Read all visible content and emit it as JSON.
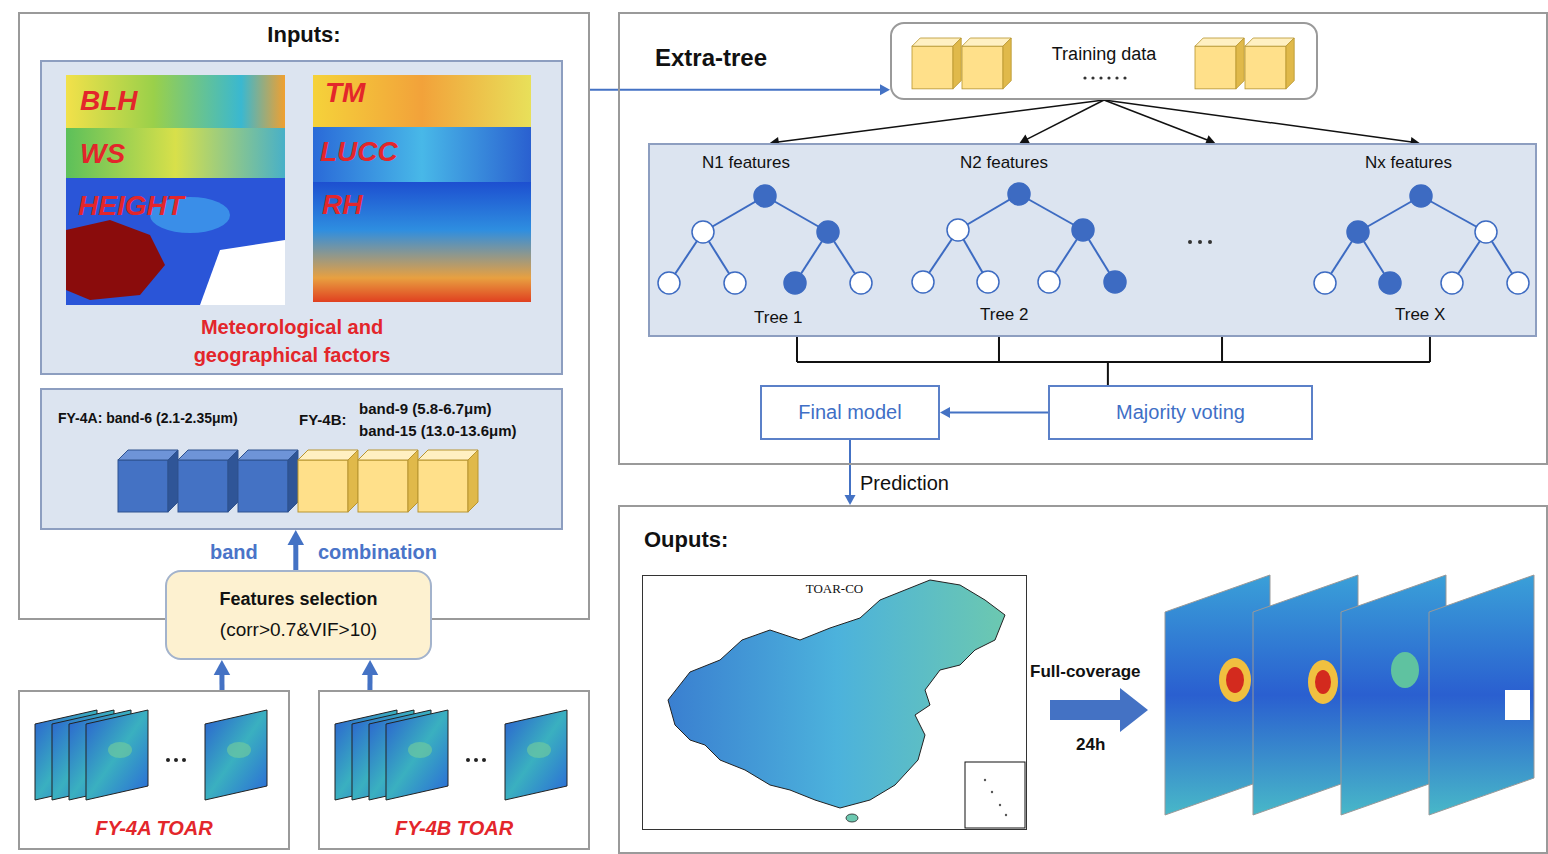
{
  "diagram": {
    "nodes": [
      {
        "text": [
          "Inputs:"
        ]
      },
      {
        "text": [
          "Meteorological and geographical factors"
        ],
        "in": 0
      },
      {
        "text": [
          "FY-4A: band-6 (2.1-2.35μm)",
          "FY-4B:",
          "band-9 (5.8-6.7μm)",
          "band-15 (13.0-13.6μm)"
        ],
        "in": 0
      },
      {
        "text": [
          "Features selection",
          "(corr>0.7&VIF>10)"
        ]
      },
      {
        "text": [
          "FY-4A TOAR"
        ]
      },
      {
        "text": [
          "FY-4B TOAR"
        ]
      },
      {
        "text": [
          "Extra-tree"
        ]
      },
      {
        "text": [
          "Training data"
        ],
        "in": 6
      },
      {
        "text": [
          "N1 features",
          "N2 features",
          "Nx features",
          "Tree 1",
          "Tree 2",
          "Tree X"
        ],
        "in": 6
      },
      {
        "text": [
          "Majority voting"
        ],
        "in": 6
      },
      {
        "text": [
          "Final model"
        ],
        "in": 6
      },
      {
        "text": [
          "Ouputs:"
        ]
      },
      {
        "text": [
          "TOAR-CO"
        ],
        "in": 11
      }
    ],
    "edges": [
      {
        "from": 0,
        "to": 7,
        "arrow": "to"
      },
      {
        "from": 7,
        "to": 8,
        "arrow": "to"
      },
      {
        "from": 7,
        "to": 8,
        "arrow": "to"
      },
      {
        "from": 7,
        "to": 8,
        "arrow": "to"
      },
      {
        "from": 7,
        "to": 8,
        "arrow": "to"
      },
      {
        "from": 8,
        "to": 9,
        "arrow": "none"
      },
      {
        "from": 9,
        "to": 10,
        "arrow": "to"
      },
      {
        "from": 10,
        "to": 11,
        "label": "Prediction",
        "arrow": "to"
      },
      {
        "from": 4,
        "to": 3,
        "arrow": "to"
      },
      {
        "from": 5,
        "to": 3,
        "arrow": "to"
      },
      {
        "from": 3,
        "to": 2,
        "arrow": "to"
      }
    ],
    "labels": [
      "BLH",
      "WS",
      "HEIGHT",
      "TM",
      "LUCC",
      "RH",
      "band",
      "combination",
      "Full-coverage",
      "24h"
    ]
  }
}
